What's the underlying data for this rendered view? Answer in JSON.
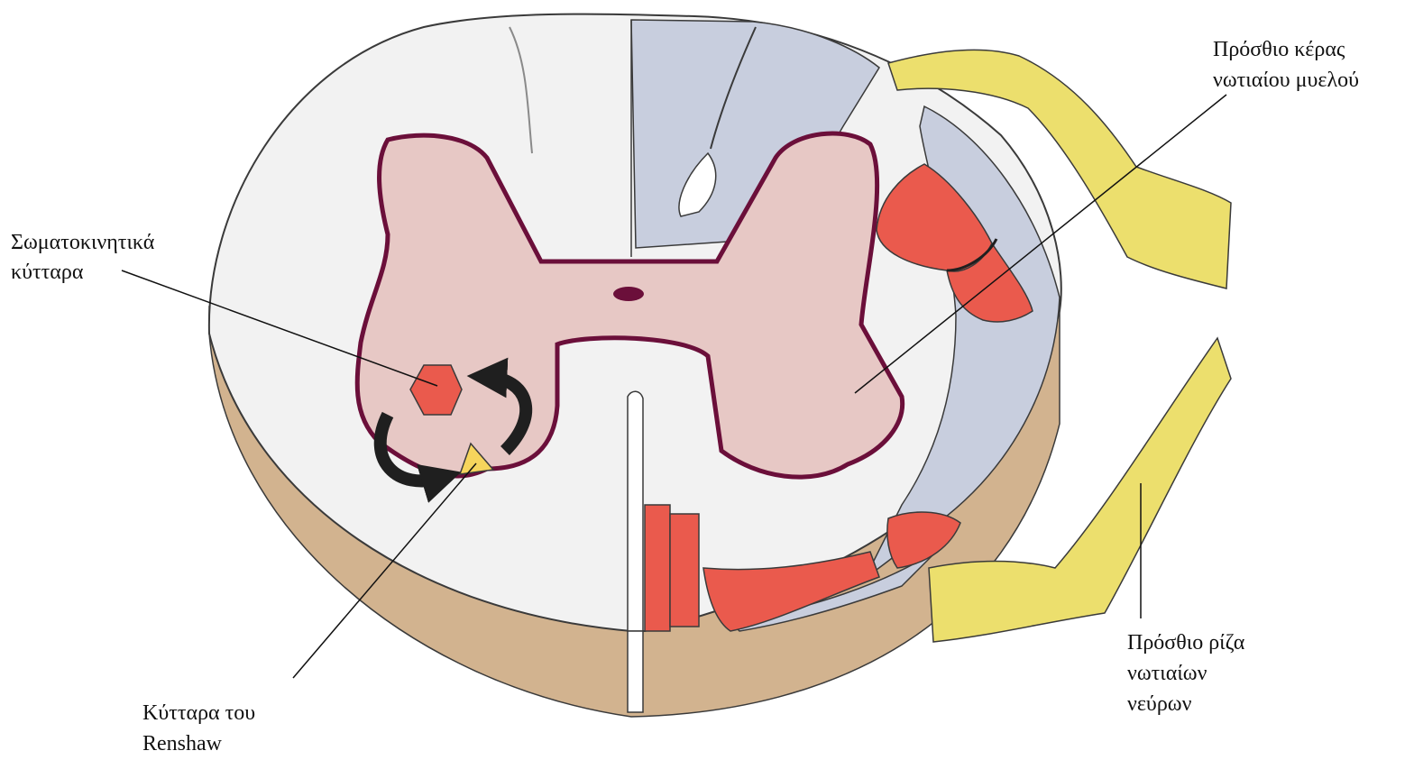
{
  "labels": {
    "somatomotor_line1": "Σωματοκινητικά",
    "somatomotor_line2": "κύτταρα",
    "renshaw_line1": "Κύτταρα του",
    "renshaw_line2": "Renshaw",
    "anterior_horn_line1": "Πρόσθιο κέρας",
    "anterior_horn_line2": "νωτιαίου μυελού",
    "anterior_root_line1": "Πρόσθιο ρίζα",
    "anterior_root_line2": "νωτιαίων",
    "anterior_root_line3": "νεύρων"
  },
  "colors": {
    "white_matter": "#f2f2f2",
    "tracts_blue": "#c8cede",
    "ventral_brown": "#d2b38f",
    "grey_matter": "#e7c8c5",
    "grey_matter_outline": "#6b0f3a",
    "motor_red": "#ea5a4d",
    "nerve_yellow": "#ecdf6d",
    "renshaw_yellow": "#f6d55c",
    "arrow_black": "#1f1f1f"
  }
}
